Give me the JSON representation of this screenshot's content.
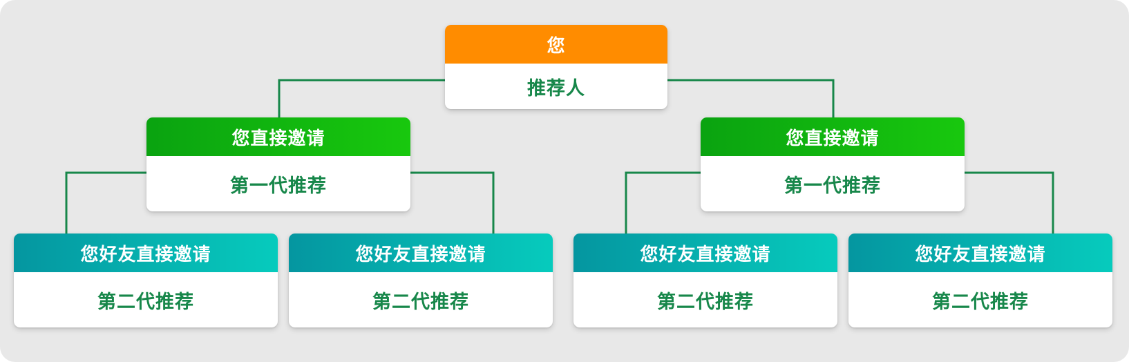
{
  "root": {
    "title": "您",
    "subtitle": "推荐人"
  },
  "first_gen": [
    {
      "title": "您直接邀请",
      "subtitle": "第一代推荐"
    },
    {
      "title": "您直接邀请",
      "subtitle": "第一代推荐"
    }
  ],
  "second_gen": [
    {
      "title": "您好友直接邀请",
      "subtitle": "第二代推荐"
    },
    {
      "title": "您好友直接邀请",
      "subtitle": "第二代推荐"
    },
    {
      "title": "您好友直接邀请",
      "subtitle": "第二代推荐"
    },
    {
      "title": "您好友直接邀请",
      "subtitle": "第二代推荐"
    }
  ],
  "colors": {
    "root_header": "#ff8c00",
    "first_gen_header": "#11b40f",
    "second_gen_header": "#05b3b0",
    "subtitle_text": "#17874a",
    "connector": "#17874a",
    "background": "#e8e8e8"
  }
}
